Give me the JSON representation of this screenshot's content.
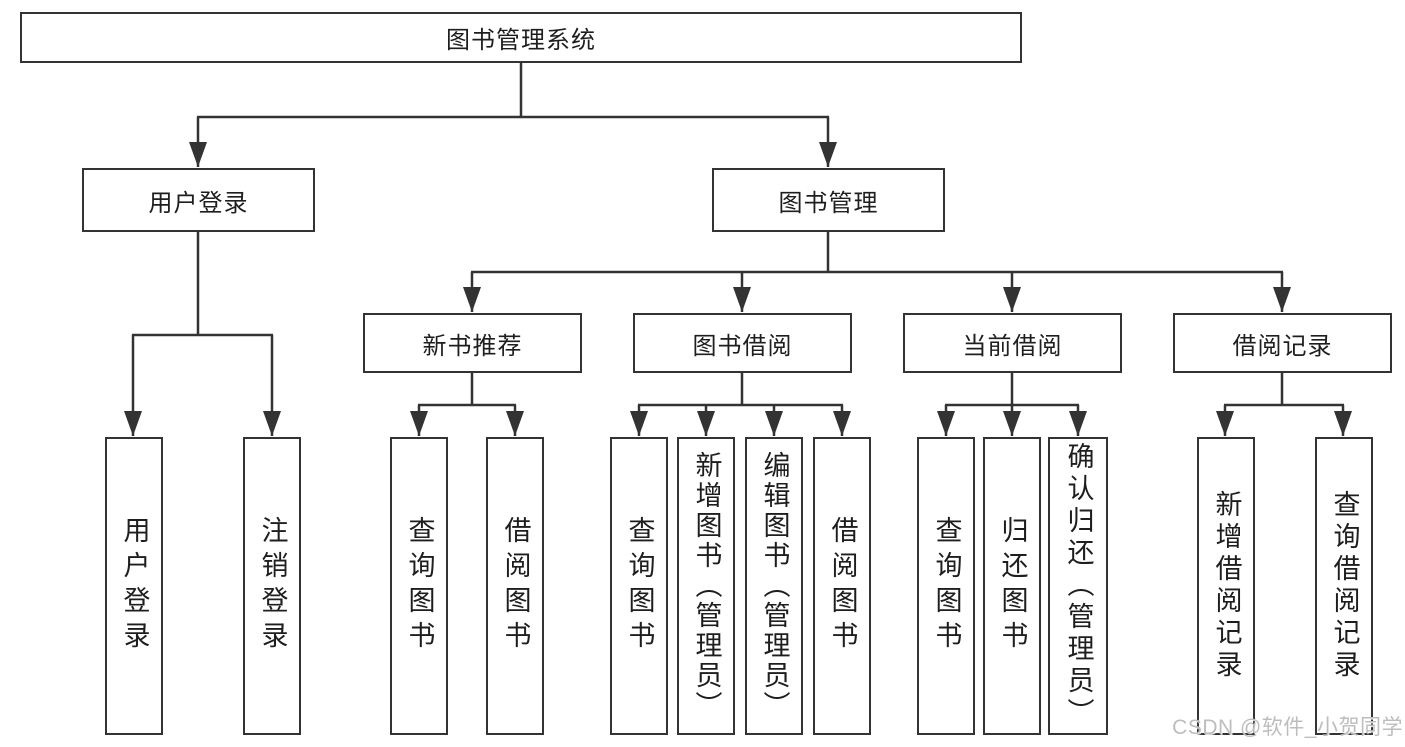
{
  "diagram": {
    "root": "图书管理系统",
    "level2": [
      {
        "label": "用户登录"
      },
      {
        "label": "图书管理"
      }
    ],
    "level3": [
      {
        "label": "新书推荐"
      },
      {
        "label": "图书借阅"
      },
      {
        "label": "当前借阅"
      },
      {
        "label": "借阅记录"
      }
    ],
    "leaf_groups": [
      {
        "parent": "用户登录",
        "items": [
          "用户登录",
          "注销登录"
        ]
      },
      {
        "parent": "新书推荐",
        "items": [
          "查询图书",
          "借阅图书"
        ]
      },
      {
        "parent": "图书借阅",
        "items": [
          "查询图书",
          "新增图书（管理员）",
          "编辑图书（管理员）",
          "借阅图书"
        ]
      },
      {
        "parent": "当前借阅",
        "items": [
          "查询图书",
          "归还图书",
          "确认归还（管理员）"
        ]
      },
      {
        "parent": "借阅记录",
        "items": [
          "新增借阅记录",
          "查询借阅记录"
        ]
      }
    ]
  },
  "watermark": "CSDN @软件_小贺同学",
  "colors": {
    "line": "#333333",
    "text": "#1e1e1e",
    "watermark": "#bdbdbd",
    "background": "#ffffff"
  }
}
